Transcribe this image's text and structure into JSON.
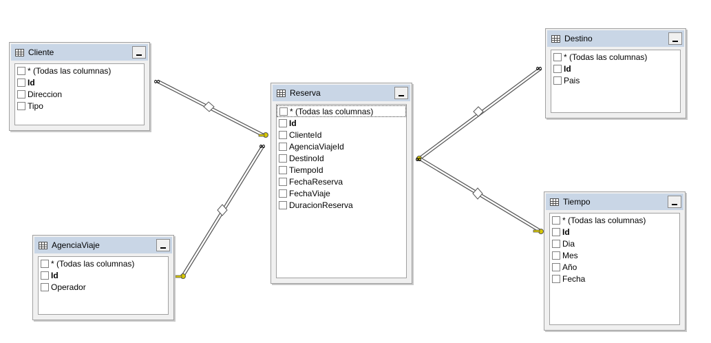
{
  "tables": {
    "cliente": {
      "title": "Cliente",
      "columns": [
        {
          "label": "* (Todas las columnas)",
          "pk": false
        },
        {
          "label": "Id",
          "pk": true
        },
        {
          "label": "Direccion",
          "pk": false
        },
        {
          "label": "Tipo",
          "pk": false
        }
      ]
    },
    "agencia": {
      "title": "AgenciaViaje",
      "columns": [
        {
          "label": "* (Todas las columnas)",
          "pk": false
        },
        {
          "label": "Id",
          "pk": true
        },
        {
          "label": "Operador",
          "pk": false
        }
      ]
    },
    "reserva": {
      "title": "Reserva",
      "columns": [
        {
          "label": "* (Todas las columnas)",
          "pk": false
        },
        {
          "label": "Id",
          "pk": true
        },
        {
          "label": "ClienteId",
          "pk": false
        },
        {
          "label": "AgenciaViajeId",
          "pk": false
        },
        {
          "label": "DestinoId",
          "pk": false
        },
        {
          "label": "TiempoId",
          "pk": false
        },
        {
          "label": "FechaReserva",
          "pk": false
        },
        {
          "label": "FechaViaje",
          "pk": false
        },
        {
          "label": "DuracionReserva",
          "pk": false
        }
      ]
    },
    "destino": {
      "title": "Destino",
      "columns": [
        {
          "label": "* (Todas las columnas)",
          "pk": false
        },
        {
          "label": "Id",
          "pk": true
        },
        {
          "label": "Pais",
          "pk": false
        }
      ]
    },
    "tiempo": {
      "title": "Tiempo",
      "columns": [
        {
          "label": "* (Todas las columnas)",
          "pk": false
        },
        {
          "label": "Id",
          "pk": true
        },
        {
          "label": "Dia",
          "pk": false
        },
        {
          "label": "Mes",
          "pk": false
        },
        {
          "label": "Año",
          "pk": false
        },
        {
          "label": "Fecha",
          "pk": false
        }
      ]
    }
  },
  "relationships": [
    {
      "from": "cliente",
      "to": "reserva"
    },
    {
      "from": "agencia",
      "to": "reserva"
    },
    {
      "from": "reserva",
      "to": "destino"
    },
    {
      "from": "reserva",
      "to": "tiempo"
    }
  ],
  "colors": {
    "header": "#c9d6e6",
    "panel": "#f0f0f0",
    "key": "#d8c800"
  }
}
